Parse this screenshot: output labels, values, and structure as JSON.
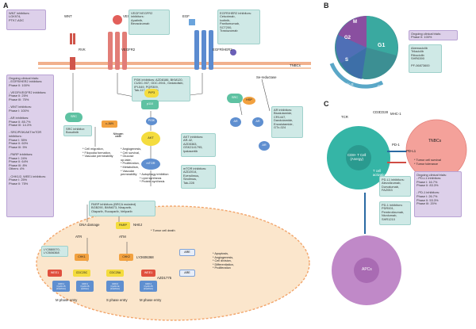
{
  "panels": {
    "a": "A",
    "b": "B",
    "c": "C"
  },
  "colors": {
    "teal_box": "#cfe9e6",
    "purple_box": "#ddd0ea",
    "nucleus": "#fbe6cc",
    "membrane": "#f1b08c",
    "tcell": "#35b5a6",
    "tnbc": "#f4a19a",
    "apc": "#c089c8"
  },
  "receptors": {
    "wnt": "WNT",
    "rvk": "RVK",
    "vegf": "VEGF",
    "vegfr2": "VEGFR2",
    "egf": "EGF",
    "egfr_her2": "EGFR/HER2",
    "t": "T",
    "tnbcs": "TNBCs",
    "se_reductase": "Se-reductase"
  },
  "boxes": {
    "wnt_inhib": "WNT inhibitors:\nLGK974,\nPTK7-ADC",
    "vegf_inhib": "VEGF/VEGFR2\ninhibitors:\nApatinib,\nBevacizumab",
    "egfr_inhib": "EGFR/HER2 inhibitors:\nCetuximab,\nIcotinib,\nPanitumumab,\nSCT200,\nTrastuzumab",
    "trials_a": "Ongoing clinical trials:\n- EGFR/HER2 inhibitors:\nPhase II: 100%\n\n- VEGF/VEGFR2 inhibitors:\nPhase II: 25%\nPhase III: 75%\n\n- WNT inhibitors:\nPhase I: 100%\n\n- AR inhibitors:\nPhase II: 85.7%\nPhase III: 14.3%\n\n- SRC/PI3K/AKT/mTOR\ninhibitors:\nPhase I: 35%\nPhase II: 60%\nPhase III: 5%\n\n- PARP inhibitors:\nPhase I: 24%\nPhase II: 64%\nPhase III: 8%\nOthers: 4%\n\n- CHK1/2, WEE1 inhibitors:\nPhase I: 25%\nPhase II: 75%",
    "pi3k_inhib": "PI3K inhibitors: AZD8186, BKM120,\nCUDC-907, GDC-0941, Gedatolisib,\nIPI-549, PQR309,\nTak-117, Taselisib",
    "src_inhib": "SRC inhibitor:\nBosutinib",
    "ar_inhib": "AR inhibitors:\nBicalutamide,\nCR1447,\nDarolutamide,\nEnzalutamide,\nGTx-024",
    "akt_inhib": "AKT inhibitors:\nAR-42,\nAZD5363,\nGSK2141795,\nIpatasertib",
    "mtor_inhib": "mTOR inhibitors:\nAZD2014,\nEverolimus,\nSirolimus,\nTak-228",
    "parp_inhib": "PARP inhibitors (BRCA mutated)\nBGB290, BMN673, Niraparib,\nOlaparib, Rucaparib, Veliparib",
    "chk_inhib": "LY2880070,\nLY2606368",
    "trials_b": "Ongoing clinical trials:\nPhase II: 100%",
    "cdk_inhib": "Abemaciclib\nTrilaciclib\nRibociclib\nSHR6390\n\nPF-06873600",
    "pdl1_inhib": "PD-L1 inhibitors:\nAtezolizumab,\nDurvalumab,\nFAZ053",
    "pd1_inhib": "PD-1 inhibitors:\nPDR001,\nPembrolizumab,\nNivolumab,\nSHR1210",
    "trials_c": "Ongoing clinical trials:\n- PD-L1 inhibitors:\nPhase I: 16.7%\nPhase II: 83.3%\n\n- PD-1 inhibitors:\nPhase I: 26.7%\nPhase II: 53.3%\nPhase III: 20%"
  },
  "nodes": {
    "src": "SRC",
    "pip3": "PIP3",
    "p110": "p110",
    "pi3k": "PI3K",
    "akt": "AKT",
    "mtor": "mTOR",
    "src2": "SRC",
    "ar": "AR",
    "ar2": "AR",
    "hsp": "HSP",
    "ar3": "AR",
    "cjun": "c-JUN",
    "nitrogen": "Nitrogen\noxide",
    "parp": "PARP",
    "nhej": "NHEJ",
    "atr": "ATR",
    "atm": "ATM",
    "chk1": "CHK1",
    "chk2": "CHK2",
    "cdc25c": "CDC25C",
    "cdc25a": "CDC25A",
    "wee1": "WEE1",
    "wee1b": "WEE1",
    "cdk1": "CDK1\nCyclin B\n(inactive)",
    "cdk1b": "CDK1\nCyclin B\n(active)",
    "cdk2": "CDK2\nCyclin E\n(inactive)",
    "cdk1c": "CDK1\nCyclin B\n(inactive)",
    "are": "ARE",
    "are2": "ARE",
    "ly2606368": "LY2606368",
    "azd1775": "AZD1775",
    "dna_damage": "DNA damage"
  },
  "effects": {
    "src": "* Cell migration,\n* Filopodia formation,\n* Vascular permeability",
    "pi3k": "* Angiogenesis,\n* Cell survival,\n* Glucose\n  up-take,\n* Proliferation,\n* Metabolism,\n* Vascular\n  permeability",
    "mtor": "* Autophagy inhibition\n* Lipid synthesis\n* Protein synthesis",
    "tumor_death": "* Tumor cell death",
    "nucleus": "* Apoptosis,\n* Angiogenesis,\n* Cell division,\n* Differentiation,\n* Proliferation",
    "m_entry": "M phase entry",
    "s_entry": "S phase entry",
    "m_entry2": "M phase entry"
  },
  "cycle": {
    "g1": "G1",
    "s": "S",
    "g2": "G2",
    "m": "M",
    "cdk2": "CDK2",
    "cdk46": "CDK4/6",
    "cyclin_e": "Cyclin E",
    "cyclin_d": "Cyclin D"
  },
  "panel_c": {
    "tcr": "TCR",
    "cd3": "CD3",
    "cd28": "CD28",
    "mhc1": "MHC-1",
    "pd1": "PD-1",
    "pdl1": "PD-L1",
    "tcell": "CD8+ T Cell\n(Anergy)",
    "activation": "T cell\nactivation",
    "tnbcs": "TNBCs",
    "tumor_effects": "* Tumor cell survival\n* Tumor tolerance",
    "apcs": "APCs"
  }
}
